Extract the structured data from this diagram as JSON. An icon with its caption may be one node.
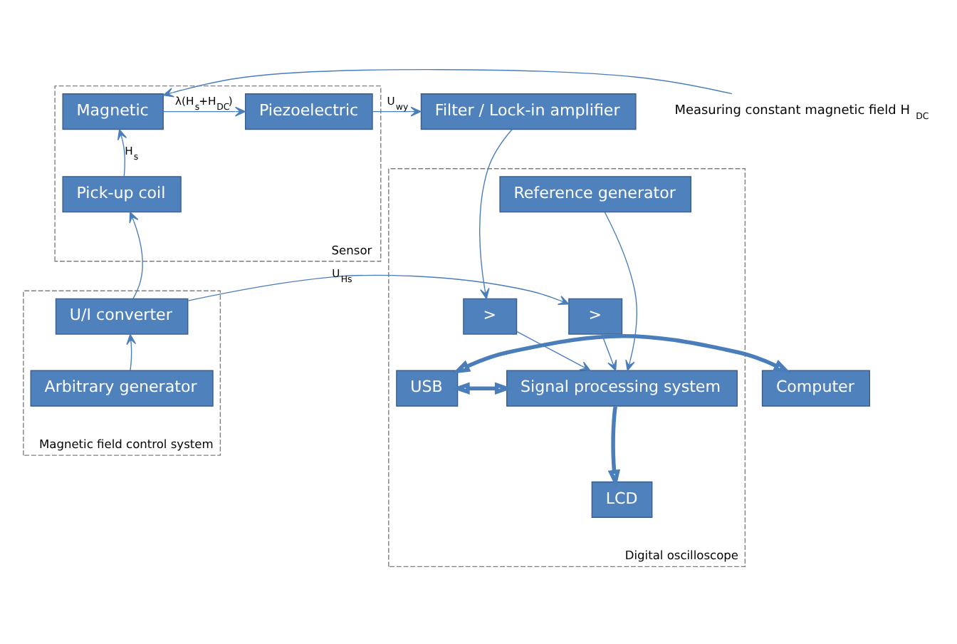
{
  "diagram": {
    "nodes": [
      {
        "text": [
          "Sensor"
        ]
      },
      {
        "text": [
          "Magnetic"
        ],
        "in": 0
      },
      {
        "text": [
          "Piezoelectric"
        ],
        "in": 0
      },
      {
        "text": [
          "Pick-up coil"
        ],
        "in": 0
      },
      {
        "text": [
          "Filter / Lock-in amplifier"
        ]
      },
      {
        "text": [
          "Magnetic field control system"
        ]
      },
      {
        "text": [
          "U/I converter"
        ],
        "in": 5
      },
      {
        "text": [
          "Arbitrary generator"
        ],
        "in": 5
      },
      {
        "text": [
          "Digital oscilloscope"
        ]
      },
      {
        "text": [
          "Reference generator"
        ],
        "in": 8
      },
      {
        "text": [
          ">"
        ],
        "in": 8
      },
      {
        "text": [
          ">"
        ],
        "in": 8
      },
      {
        "text": [
          "USB"
        ],
        "in": 8
      },
      {
        "text": [
          "Signal processing system"
        ],
        "in": 8
      },
      {
        "text": [
          "LCD"
        ],
        "in": 8
      },
      {
        "text": [
          "Computer"
        ]
      },
      {
        "text": [
          "Measuring constant magnetic field H$_{DC}$"
        ]
      }
    ],
    "edges": [
      {
        "from": 16,
        "to": 1,
        "arrow": "to"
      },
      {
        "from": 1,
        "to": 2,
        "arrow": "to",
        "label": "λ(H$_{s}$+H$_{DC}$)"
      },
      {
        "from": 2,
        "to": 4,
        "arrow": "to",
        "label": "U$_{wy}$"
      },
      {
        "from": 3,
        "to": 1,
        "arrow": "to",
        "label": "H$_{s}$"
      },
      {
        "from": 6,
        "to": 3,
        "arrow": "to"
      },
      {
        "from": 7,
        "to": 6,
        "arrow": "to"
      },
      {
        "from": 6,
        "to": 10,
        "arrow": "to",
        "label": "U$_{Hs}$"
      },
      {
        "from": 4,
        "to": 11,
        "arrow": "to"
      },
      {
        "from": 9,
        "to": 13,
        "arrow": "to"
      },
      {
        "from": 10,
        "to": 13,
        "arrow": "to"
      },
      {
        "from": 11,
        "to": 13,
        "arrow": "to"
      },
      {
        "from": 15,
        "to": 12,
        "arrow": "both",
        "style": "thick"
      },
      {
        "from": 12,
        "to": 13,
        "arrow": "both",
        "style": "thick"
      },
      {
        "from": 13,
        "to": 14,
        "arrow": "to",
        "style": "thick"
      }
    ]
  }
}
